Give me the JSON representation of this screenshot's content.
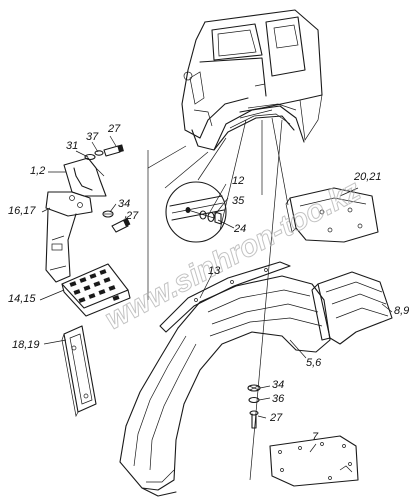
{
  "labels": {
    "l31": "31",
    "l37": "37",
    "l27a": "27",
    "l12": "1,2",
    "l1617": "16,17",
    "l34a": "34",
    "l27b": "27",
    "l1415": "14,15",
    "l1819": "18,19",
    "l12b": "12",
    "l35": "35",
    "l24": "24",
    "l2021": "20,21",
    "l13": "13",
    "l89": "8,9",
    "l56": "5,6",
    "l34b": "34",
    "l36": "36",
    "l27c": "27",
    "l7": "7"
  },
  "watermark": "www.sinhron-too.kz"
}
